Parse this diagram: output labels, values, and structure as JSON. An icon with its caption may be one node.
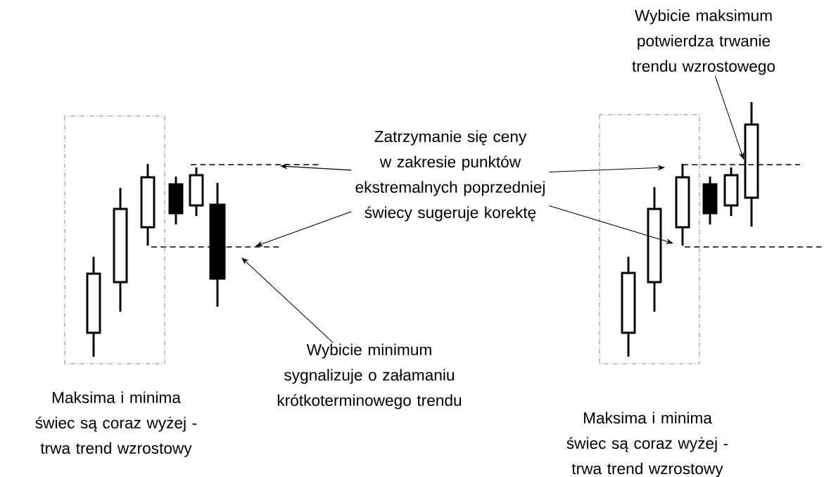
{
  "diagram": {
    "nodes": [
      {
        "text": [
          "Wybicie maksimum potwierdza trwanie trendu wzrostowego"
        ]
      },
      {
        "text": [
          "Zatrzymanie się ceny w zakresie punktów ekstremalnych poprzedniej świecy sugeruje korektę"
        ]
      },
      {
        "text": [
          "Wybicie minimum sygnalizuje o załamaniu krótkoterminowego trendu"
        ]
      }
    ],
    "edges": [
      {
        "from": 1,
        "to": null,
        "arrow": "to"
      },
      {
        "from": 1,
        "to": null,
        "arrow": "to"
      },
      {
        "from": 2,
        "to": null,
        "arrow": "to"
      },
      {
        "from": 1,
        "to": null,
        "arrow": "to"
      },
      {
        "from": 1,
        "to": null,
        "arrow": "to"
      },
      {
        "from": 0,
        "to": null,
        "arrow": "to"
      }
    ],
    "labels": [
      "Maksima i minima świec są coraz wyżej - trwa trend wzrostowy",
      "Maksima i minima świec są coraz wyżej - trwa trend wzrostowy"
    ]
  }
}
